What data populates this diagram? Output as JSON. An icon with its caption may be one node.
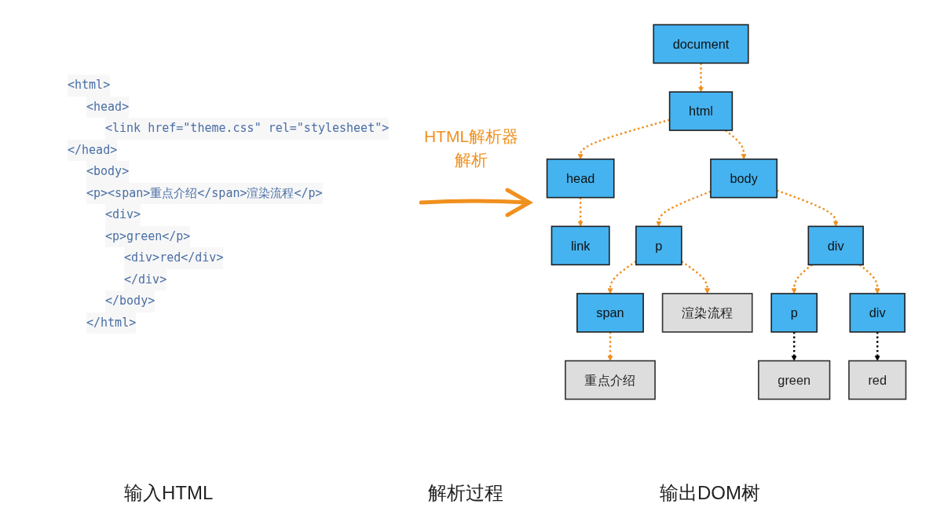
{
  "diagram": {
    "nodes": [
      {
        "text": [
          "document"
        ]
      },
      {
        "text": [
          "html"
        ]
      },
      {
        "text": [
          "head"
        ]
      },
      {
        "text": [
          "body"
        ]
      },
      {
        "text": [
          "link"
        ]
      },
      {
        "text": [
          "p"
        ]
      },
      {
        "text": [
          "div"
        ]
      },
      {
        "text": [
          "span"
        ]
      },
      {
        "text": [
          "渲染流程"
        ]
      },
      {
        "text": [
          "p"
        ]
      },
      {
        "text": [
          "div"
        ]
      },
      {
        "text": [
          "重点介绍"
        ]
      },
      {
        "text": [
          "green"
        ]
      },
      {
        "text": [
          "red"
        ]
      }
    ],
    "edges": [
      {
        "from": 0,
        "to": 1,
        "arrow": "to",
        "style": "dashed"
      },
      {
        "from": 1,
        "to": 2,
        "arrow": "to",
        "style": "dashed"
      },
      {
        "from": 1,
        "to": 3,
        "arrow": "to",
        "style": "dashed"
      },
      {
        "from": 2,
        "to": 4,
        "arrow": "to",
        "style": "dashed"
      },
      {
        "from": 3,
        "to": 5,
        "arrow": "to",
        "style": "dashed"
      },
      {
        "from": 3,
        "to": 6,
        "arrow": "to",
        "style": "dashed"
      },
      {
        "from": 5,
        "to": 7,
        "arrow": "to",
        "style": "dashed"
      },
      {
        "from": 5,
        "to": 8,
        "arrow": "to",
        "style": "dashed"
      },
      {
        "from": 6,
        "to": 9,
        "arrow": "to",
        "style": "dashed"
      },
      {
        "from": 6,
        "to": 10,
        "arrow": "to",
        "style": "dashed"
      },
      {
        "from": 7,
        "to": 11,
        "arrow": "to",
        "style": "dashed"
      },
      {
        "from": 9,
        "to": 12,
        "arrow": "to",
        "style": "dashed",
        "color": "#000000"
      },
      {
        "from": 10,
        "to": 13,
        "arrow": "to",
        "style": "dashed",
        "color": "#000000"
      }
    ],
    "labels": [
      "<html>",
      "<head>",
      "<link href=\"theme.css\" rel=\"stylesheet\">",
      "</head>",
      "<body>",
      "<p><span>重点介绍</span>渲染流程</p>",
      "<div>",
      "<p>green</p>",
      "<div>red</div>",
      "</div>",
      "</body>",
      "</html>",
      "HTML解析器",
      "解析",
      "输入HTML",
      "解析过程",
      "输出DOM树"
    ]
  }
}
